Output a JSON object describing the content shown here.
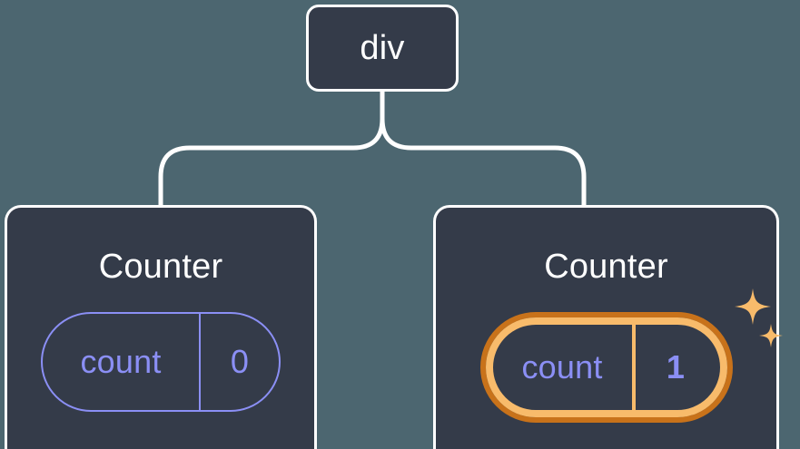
{
  "diagram": {
    "type": "component-tree",
    "background_color": "#4c6670",
    "node_fill_color": "#343b49",
    "node_border_color": "#ffffff",
    "connector_color": "#ffffff",
    "accent_purple": "#8b8ff5",
    "accent_amber_inner": "#f8bb6b",
    "accent_amber_outer": "#c8721a",
    "root": {
      "title": "div"
    },
    "children": [
      {
        "title": "Counter",
        "state": {
          "key": "count",
          "value": "0"
        },
        "highlighted": false,
        "sparkles": false
      },
      {
        "title": "Counter",
        "state": {
          "key": "count",
          "value": "1"
        },
        "highlighted": true,
        "sparkles": true
      }
    ]
  }
}
